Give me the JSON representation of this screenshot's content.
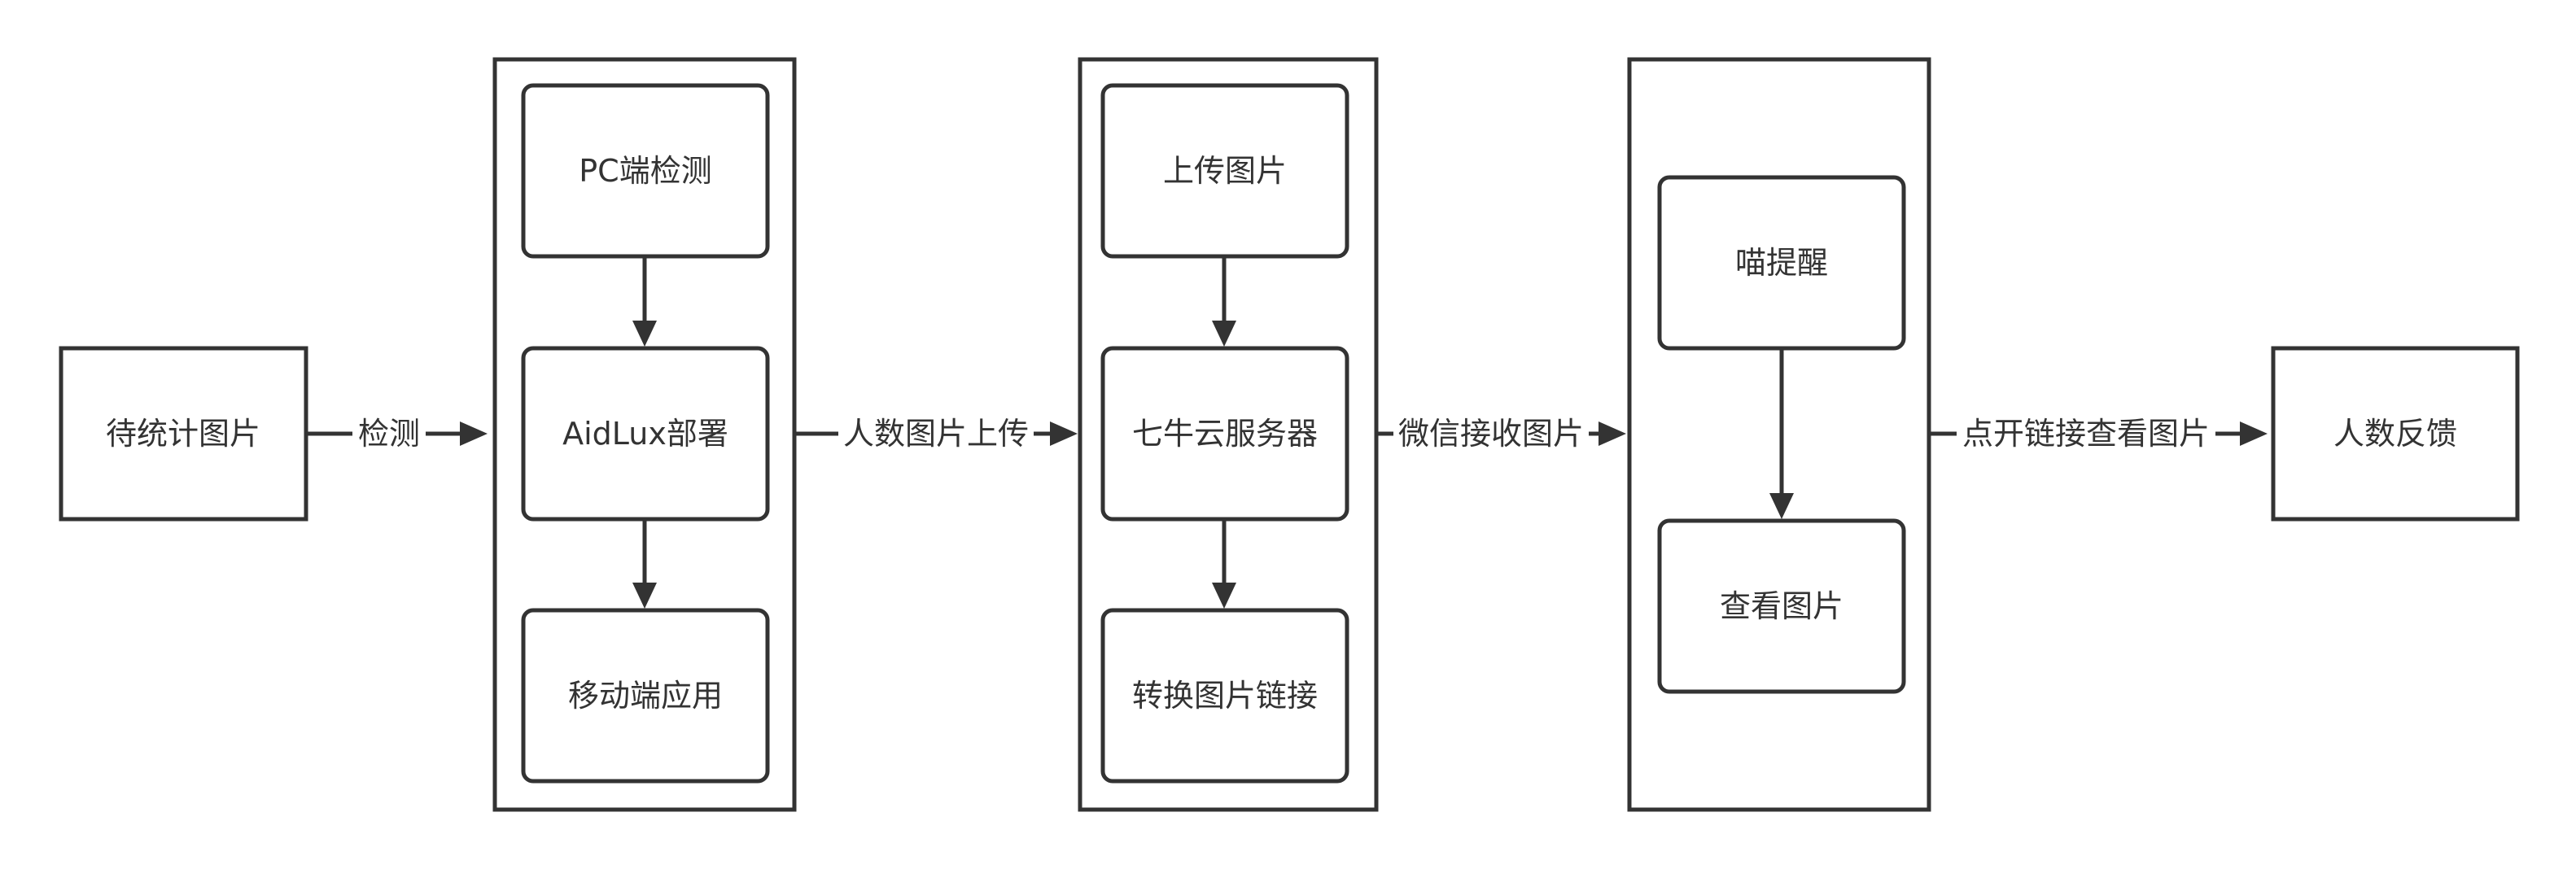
{
  "nodes": {
    "start": "待统计图片",
    "pc_detect": "PC端检测",
    "aidlux_deploy": "AidLux部署",
    "mobile_app": "移动端应用",
    "upload_image": "上传图片",
    "qiniu_server": "七牛云服务器",
    "convert_link": "转换图片链接",
    "cat_remind": "喵提醒",
    "view_image": "查看图片",
    "count_feedback": "人数反馈"
  },
  "edges": {
    "detect": "检测",
    "upload_count_image": "人数图片上传",
    "wechat_receive": "微信接收图片",
    "open_link_view": "点开链接查看图片"
  }
}
